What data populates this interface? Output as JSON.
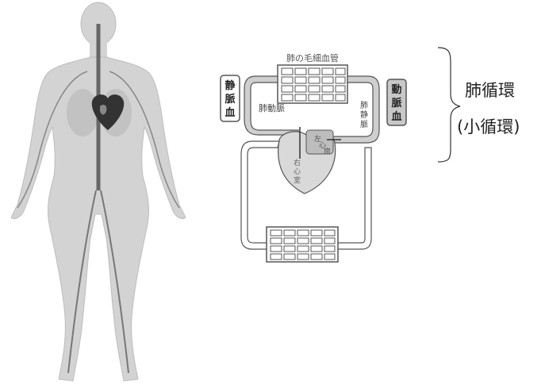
{
  "diagram": {
    "capillary_label": "肺の毛細血管",
    "venous_blood": [
      "静",
      "脈",
      "血"
    ],
    "arterial_blood": [
      "動",
      "脈",
      "血"
    ],
    "pulmonary_artery": "肺動脈",
    "pulmonary_vein": [
      "肺",
      "静",
      "脈"
    ],
    "left_atrium": [
      "左",
      "心",
      "房"
    ],
    "right_ventricle": [
      "右",
      "心",
      "室"
    ]
  },
  "annotation": {
    "title": "肺循環",
    "subtitle": "(小循環)"
  },
  "colors": {
    "body_silhouette": "#d3d3d3",
    "vessel_outline": "#555555",
    "heart": "#333333",
    "label_box": "#c8c8c8"
  }
}
